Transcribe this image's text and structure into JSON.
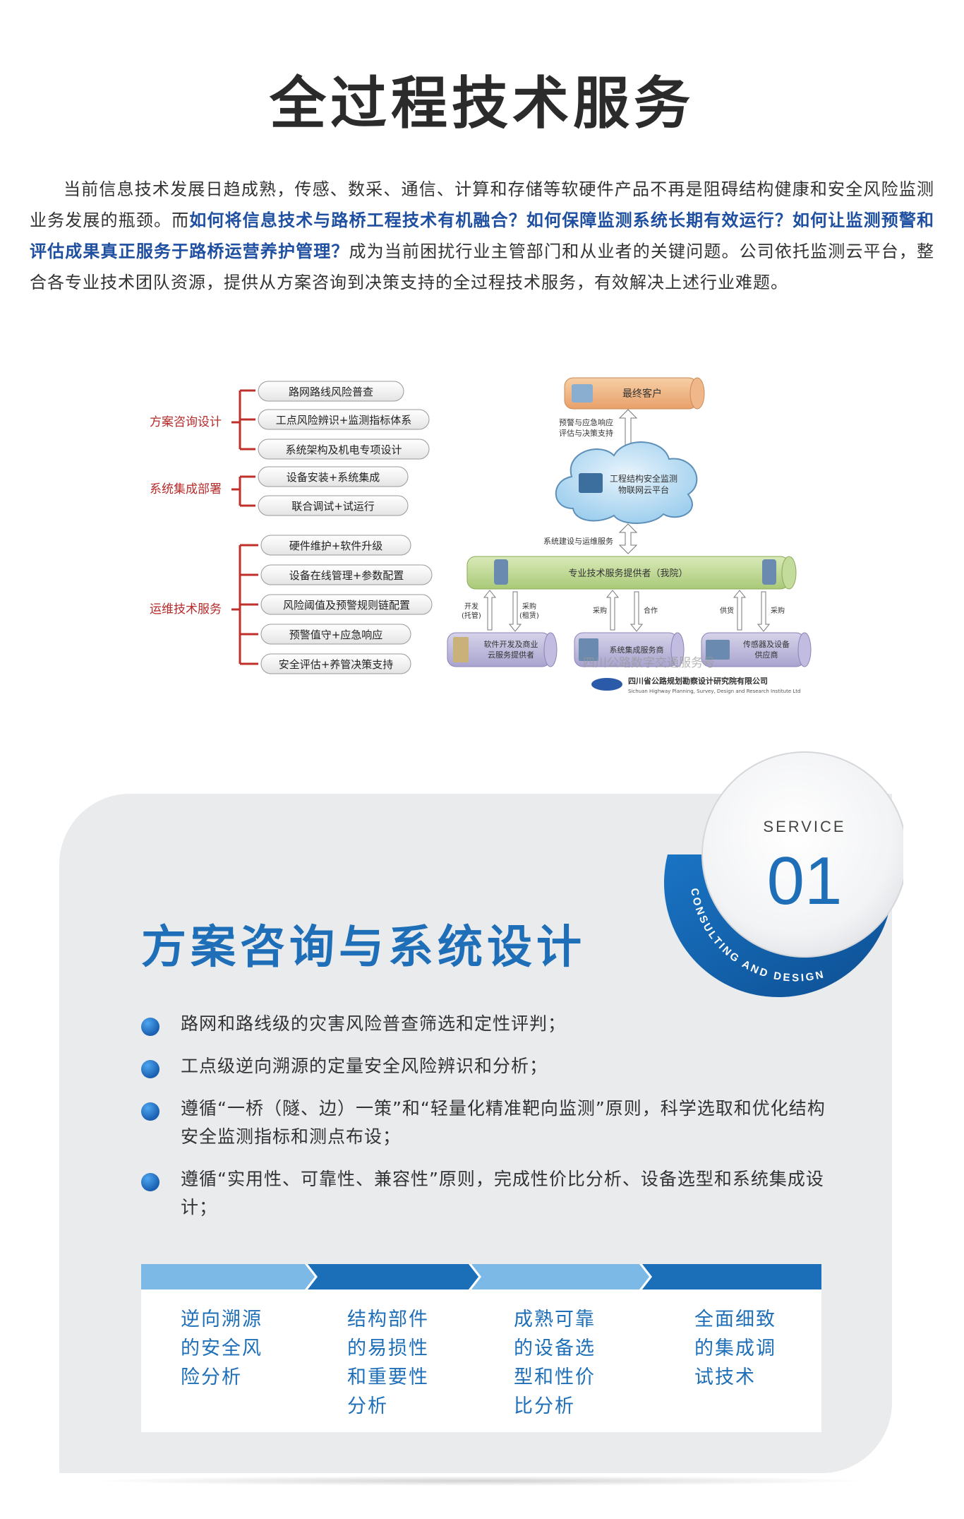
{
  "page": {
    "title": "全过程技术服务"
  },
  "intro": {
    "part1": "当前信息技术发展日趋成熟，传感、数采、通信、计算和存储等软硬件产品不再是阻碍结构健康和安全风险监测业务发展的瓶颈。而",
    "highlight": "如何将信息技术与路桥工程技术有机融合？如何保障监测系统长期有效运行？如何让监测预警和评估成果真正服务于路桥运营养护管理？",
    "part2": "成为当前困扰行业主管部门和从业者的关键问题。公司依托监测云平台，整合各专业技术团队资源，提供从方案咨询到决策支持的全过程技术服务，有效解决上述行业难题。"
  },
  "diagram": {
    "groups": [
      {
        "label": "方案咨询设计",
        "items": [
          "路网路线风险普查",
          "工点风险辨识+监测指标体系",
          "系统架构及机电专项设计"
        ]
      },
      {
        "label": "系统集成部署",
        "items": [
          "设备安装+系统集成",
          "联合调试+试运行"
        ]
      },
      {
        "label": "运维技术服务",
        "items": [
          "硬件维护+软件升级",
          "设备在线管理+参数配置",
          "风险阈值及预警规则链配置",
          "预警值守+应急响应",
          "安全评估+养管决策支持"
        ]
      }
    ],
    "flow": {
      "client": "最终客户",
      "warning_label_line1": "预警与应急响应",
      "warning_label_line2": "评估与决策支持",
      "cloud_line1": "工程结构安全监测",
      "cloud_line2": "物联网云平台",
      "build_label": "系统建设与运维服务",
      "provider": "专业技术服务提供者（我院）",
      "left_label_a_line1": "开发",
      "left_label_a_line2": "(托管)",
      "left_label_b_line1": "采购",
      "left_label_b_line2": "(租赁)",
      "mid_label_a": "采购",
      "mid_label_b": "合作",
      "right_label_a": "供货",
      "right_label_b": "采购",
      "supplier1_line1": "软件开发及商业",
      "supplier1_line2": "云服务提供者",
      "supplier2": "系统集成服务商",
      "supplier3_line1": "传感器及设备",
      "supplier3_line2": "供应商"
    },
    "watermark": "四川公路数字交通服务号",
    "org_cn": "四川省公路规划勘察设计研究院有限公司",
    "org_en": "Sichuan Highway Planning, Survey, Design and Research Institute Ltd"
  },
  "service": {
    "badge_word": "SERVICE",
    "badge_number": "01",
    "ring_text": "CONSULTING AND DESIGN",
    "title": "方案咨询与系统设计",
    "bullets": [
      "路网和路线级的灾害风险普查筛选和定性评判；",
      "工点级逆向溯源的定量安全风险辨识和分析；",
      "遵循“一桥（隧、边）一策”和“轻量化精准靶向监测”原则，科学选取和优化结构安全监测指标和测点布设；",
      "遵循“实用性、可靠性、兼容性”原则，完成性价比分析、设备选型和系统集成设计；"
    ],
    "features": [
      {
        "line1": "逆向溯源",
        "line2": "的安全风",
        "line3": "险分析",
        "line4": ""
      },
      {
        "line1": "结构部件",
        "line2": "的易损性",
        "line3": "和重要性",
        "line4": "分析"
      },
      {
        "line1": "成熟可靠",
        "line2": "的设备选",
        "line3": "型和性价",
        "line4": "比分析"
      },
      {
        "line1": "全面细致",
        "line2": "的集成调",
        "line3": "试技术",
        "line4": ""
      }
    ]
  },
  "colors": {
    "accent_blue": "#1e6fb8",
    "highlight_blue": "#1f4fa0",
    "diagram_red": "#b52a2a",
    "card_bg": "#eaebed"
  }
}
